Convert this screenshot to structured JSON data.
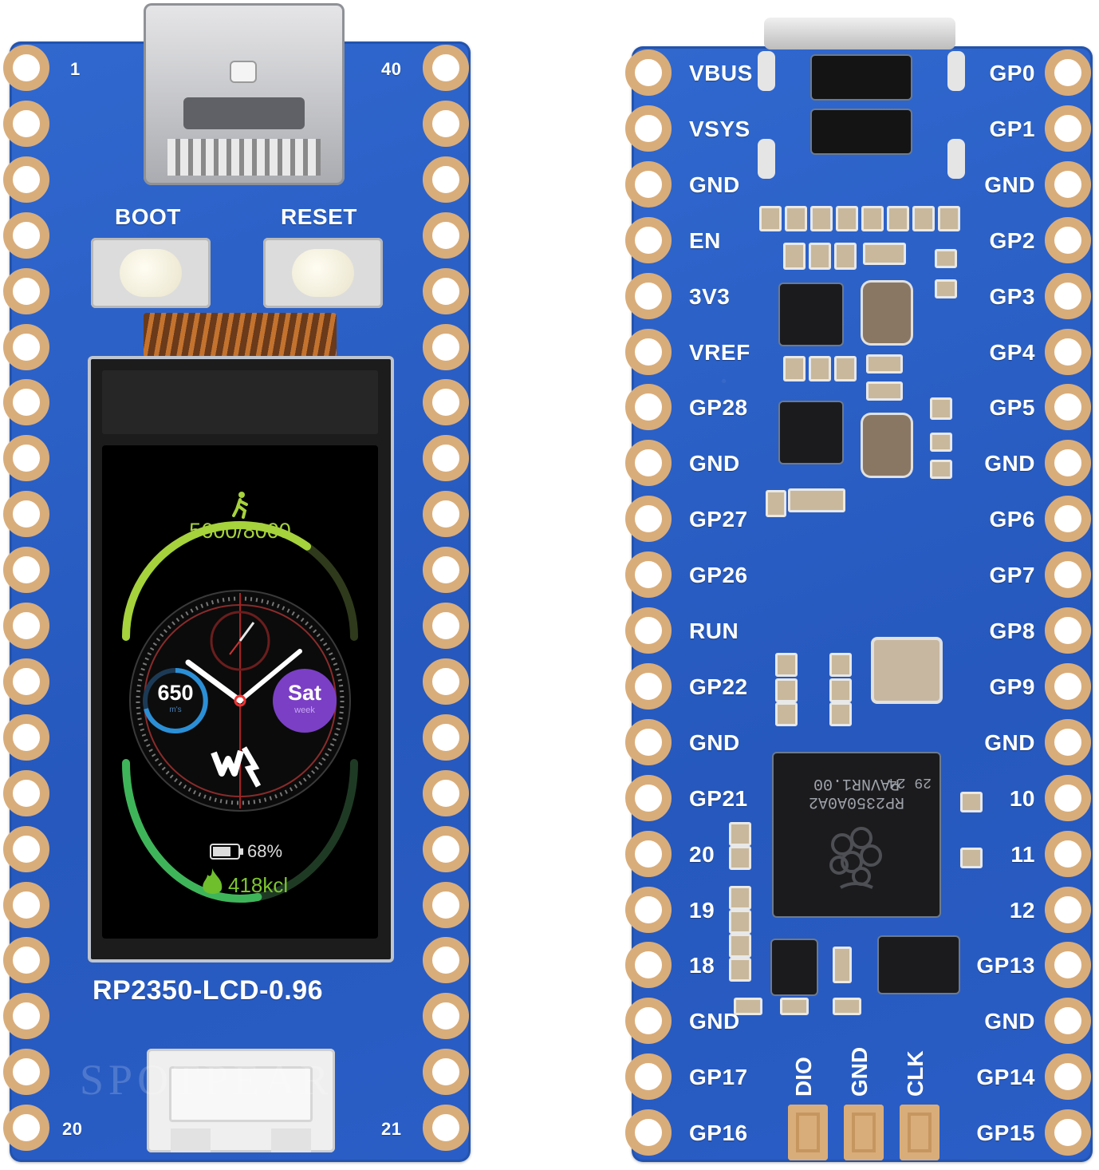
{
  "front_board": {
    "pin_numbers": {
      "top_left": "1",
      "top_right": "40",
      "bottom_left": "20",
      "bottom_right": "21"
    },
    "buttons": {
      "boot": "BOOT",
      "reset": "RESET"
    },
    "model_label": "RP2350-LCD-0.96",
    "watermark": "SPOTPEAR"
  },
  "screen": {
    "steps": "5600/8000",
    "distance": "650",
    "distance_unit": "m's",
    "day": "Sat",
    "day_unit": "week",
    "battery": "68%",
    "calories": "418kcl",
    "steps_progress": 0.7,
    "calories_progress": 0.55
  },
  "back_board": {
    "left_pins": [
      "VBUS",
      "VSYS",
      "GND",
      "EN",
      "3V3",
      "VREF",
      "GP28",
      "GND",
      "GP27",
      "GP26",
      "RUN",
      "GP22",
      "GND",
      "GP21",
      "20",
      "19",
      "18",
      "GND",
      "GP17",
      "GP16"
    ],
    "right_pins": [
      "GP0",
      "GP1",
      "GND",
      "GP2",
      "GP3",
      "GP4",
      "GP5",
      "GND",
      "GP6",
      "GP7",
      "GP8",
      "GP9",
      "GND",
      "10",
      "11",
      "12",
      "GP13",
      "GND",
      "GP14",
      "GP15"
    ],
    "debug_pins": [
      "DIO",
      "GND",
      "CLK"
    ],
    "chip_marking_line1": "RP2350A0A2",
    "chip_marking_line2": "PAVNR1.00",
    "chip_marking_right": "29 24"
  },
  "colors": {
    "pcb": "#2a5fc4",
    "pad": "#d9ad7a",
    "steps_arc": "#a6d23c",
    "calories_arc": "#3fb55a",
    "day_badge": "#7b3fc6",
    "distance_ring": "#2b8fd6"
  }
}
